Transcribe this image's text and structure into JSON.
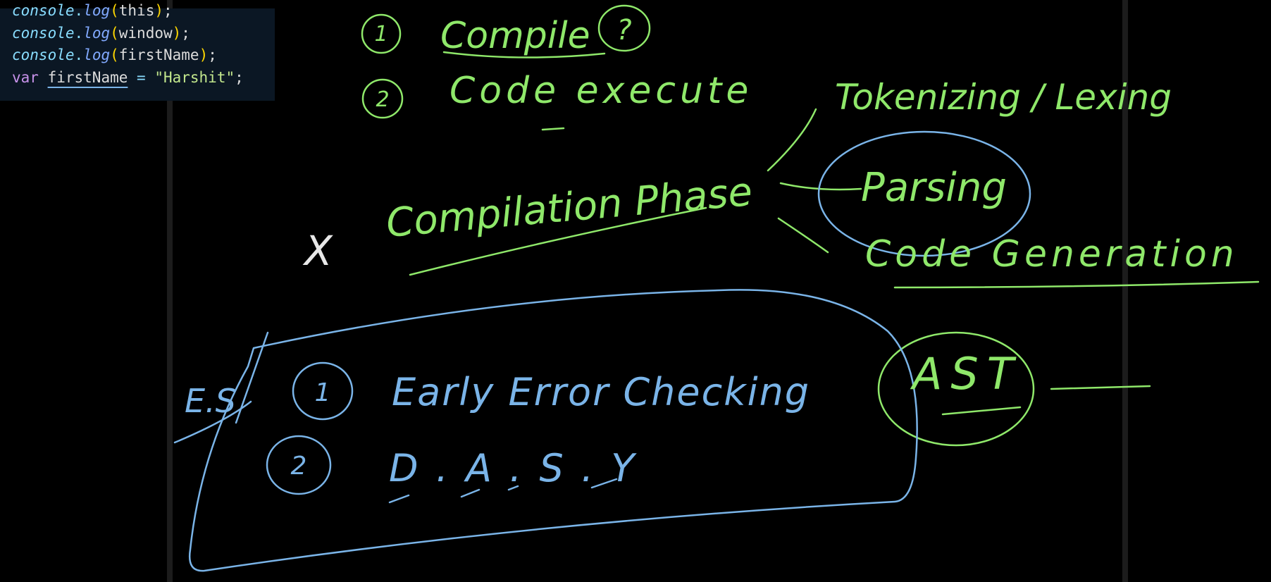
{
  "colors": {
    "background": "#000000",
    "code_bg": "#0b1724",
    "green_ink": "#8fe86a",
    "blue_ink": "#7ab4e8",
    "white_ink": "#e8e8e8",
    "code_keyword": "#c792ea",
    "code_var": "#dcdcdc",
    "code_string": "#c3e88d",
    "code_fn": "#82aaff",
    "code_obj": "#89ddff"
  },
  "code": {
    "lines": [
      {
        "obj": "console",
        "dot": ".",
        "fn": "log",
        "open": "(",
        "arg": "this",
        "close": ")",
        "semi": ";"
      },
      {
        "obj": "console",
        "dot": ".",
        "fn": "log",
        "open": "(",
        "arg": "window",
        "close": ")",
        "semi": ";"
      },
      {
        "obj": "console",
        "dot": ".",
        "fn": "log",
        "open": "(",
        "arg": "firstName",
        "close": ")",
        "semi": ";"
      }
    ],
    "decl": {
      "kw": "var",
      "name": "firstName",
      "eq": " = ",
      "val": "\"Harshit\"",
      "semi": ";"
    }
  },
  "notes": {
    "step1_num": "1",
    "step1_text": "Compile",
    "step1_q": "?",
    "step2_num": "2",
    "step2_text": "Code execute",
    "phase": "Compilation Phase",
    "cross": "X",
    "tokenizing": "Tokenizing / Lexing",
    "parsing": "Parsing",
    "codegen": "Code Generation",
    "es_label": "E.S",
    "es1_num": "1",
    "es1_text": "Early Error Checking",
    "es2_num": "2",
    "es2_text": "D . A . S . Y",
    "ast": "AST"
  }
}
